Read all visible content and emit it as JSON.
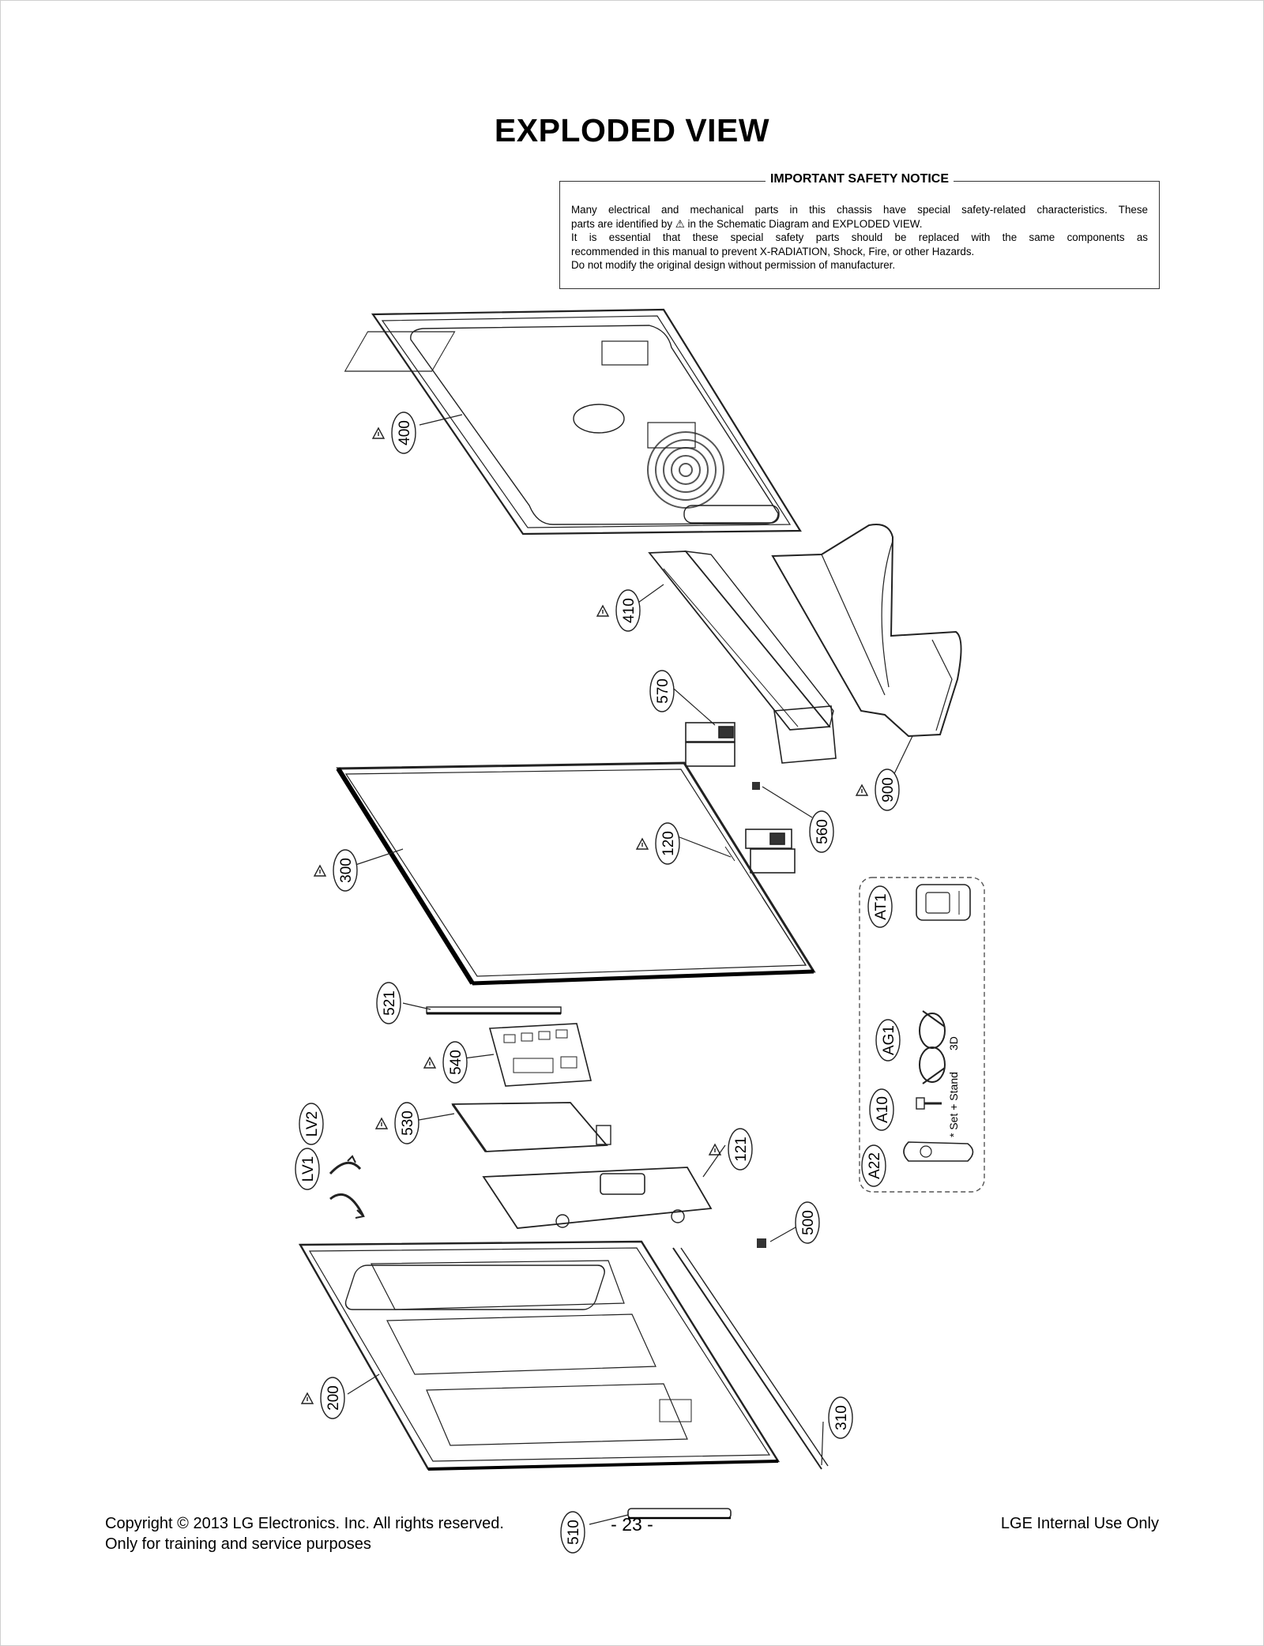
{
  "page": {
    "title": "EXPLODED VIEW"
  },
  "notice": {
    "heading": "IMPORTANT SAFETY NOTICE",
    "lines": [
      "Many electrical and mechanical parts in this chassis have special safety-related characteristics. These",
      "parts are identified by ⚠ in the Schematic Diagram and EXPLODED VIEW.",
      "It is essential that these special safety parts should be replaced with the same components as",
      "recommended in this manual to prevent X-RADIATION, Shock, Fire, or other Hazards.",
      "Do not modify the original design without permission of manufacturer."
    ]
  },
  "callouts": [
    {
      "id": "400",
      "warn": true
    },
    {
      "id": "410",
      "warn": true
    },
    {
      "id": "570",
      "warn": false
    },
    {
      "id": "900",
      "warn": true
    },
    {
      "id": "120",
      "warn": true
    },
    {
      "id": "560",
      "warn": false
    },
    {
      "id": "300",
      "warn": true
    },
    {
      "id": "521",
      "warn": false
    },
    {
      "id": "540",
      "warn": true
    },
    {
      "id": "530",
      "warn": true
    },
    {
      "id": "121",
      "warn": true
    },
    {
      "id": "LV2",
      "warn": false
    },
    {
      "id": "LV1",
      "warn": false
    },
    {
      "id": "500",
      "warn": false
    },
    {
      "id": "200",
      "warn": true
    },
    {
      "id": "310",
      "warn": false
    },
    {
      "id": "510",
      "warn": false
    },
    {
      "id": "AT1",
      "warn": false
    },
    {
      "id": "AG1",
      "warn": false
    },
    {
      "id": "A10",
      "warn": false
    },
    {
      "id": "A22",
      "warn": false
    }
  ],
  "accessory_labels": {
    "glasses": "3D",
    "screw": "* Set + Stand"
  },
  "footer": {
    "copyright": "Copyright  © 2013 LG Electronics. Inc. All rights reserved.",
    "purpose": "Only for training and service purposes",
    "page_number": "- 23 -",
    "internal": "LGE Internal Use Only"
  }
}
